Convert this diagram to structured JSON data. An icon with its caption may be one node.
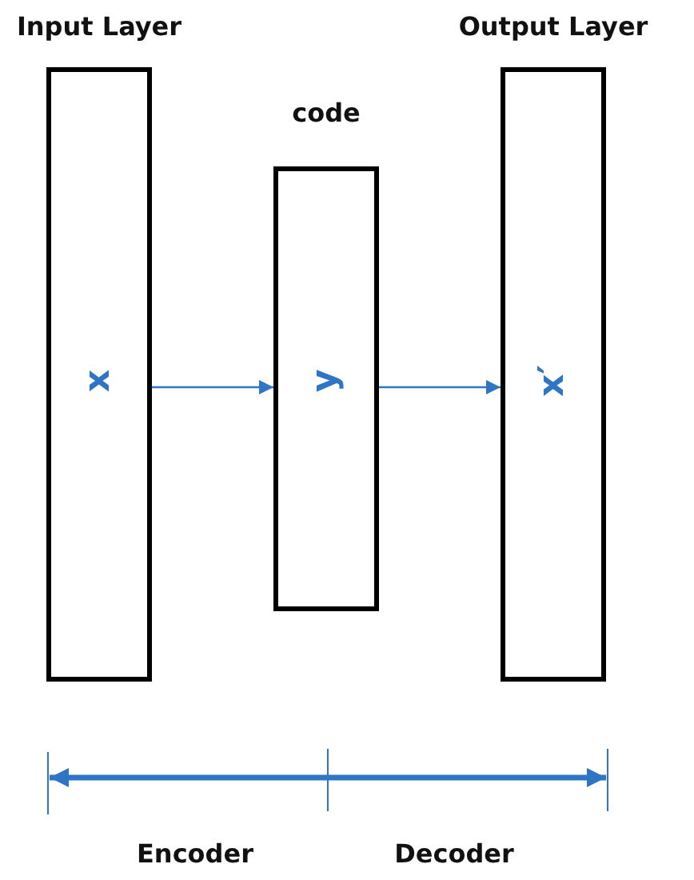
{
  "diagram": {
    "nodes": [
      {
        "text": [
          "Input Layer",
          "x"
        ]
      },
      {
        "text": [
          "code",
          "y"
        ]
      },
      {
        "text": [
          "Output Layer",
          "x′"
        ]
      }
    ],
    "edges": [
      {
        "from": 0,
        "to": 1,
        "arrow": "to"
      },
      {
        "from": 1,
        "to": 2,
        "arrow": "to"
      }
    ],
    "labels": [
      "Encoder",
      "Decoder"
    ]
  }
}
